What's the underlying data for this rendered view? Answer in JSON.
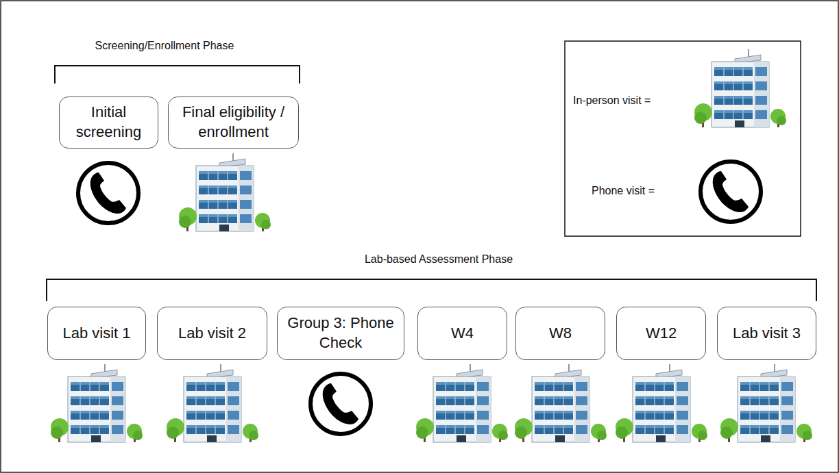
{
  "diagram": {
    "nodes": [
      {
        "text": [
          "Initial screening"
        ]
      },
      {
        "text": [
          "Final eligibility / enrollment"
        ]
      },
      {
        "text": [
          "Lab visit 1"
        ]
      },
      {
        "text": [
          "Lab visit 2"
        ]
      },
      {
        "text": [
          "Group 3: Phone Check"
        ]
      },
      {
        "text": [
          "W4"
        ]
      },
      {
        "text": [
          "W8"
        ]
      },
      {
        "text": [
          "W12"
        ]
      },
      {
        "text": [
          "Lab visit 3"
        ]
      }
    ],
    "labels": [
      "Screening/Enrollment Phase",
      "Lab-based Assessment Phase"
    ],
    "legend": [
      {
        "text": "In-person visit ="
      },
      {
        "text": "Phone visit ="
      }
    ]
  }
}
